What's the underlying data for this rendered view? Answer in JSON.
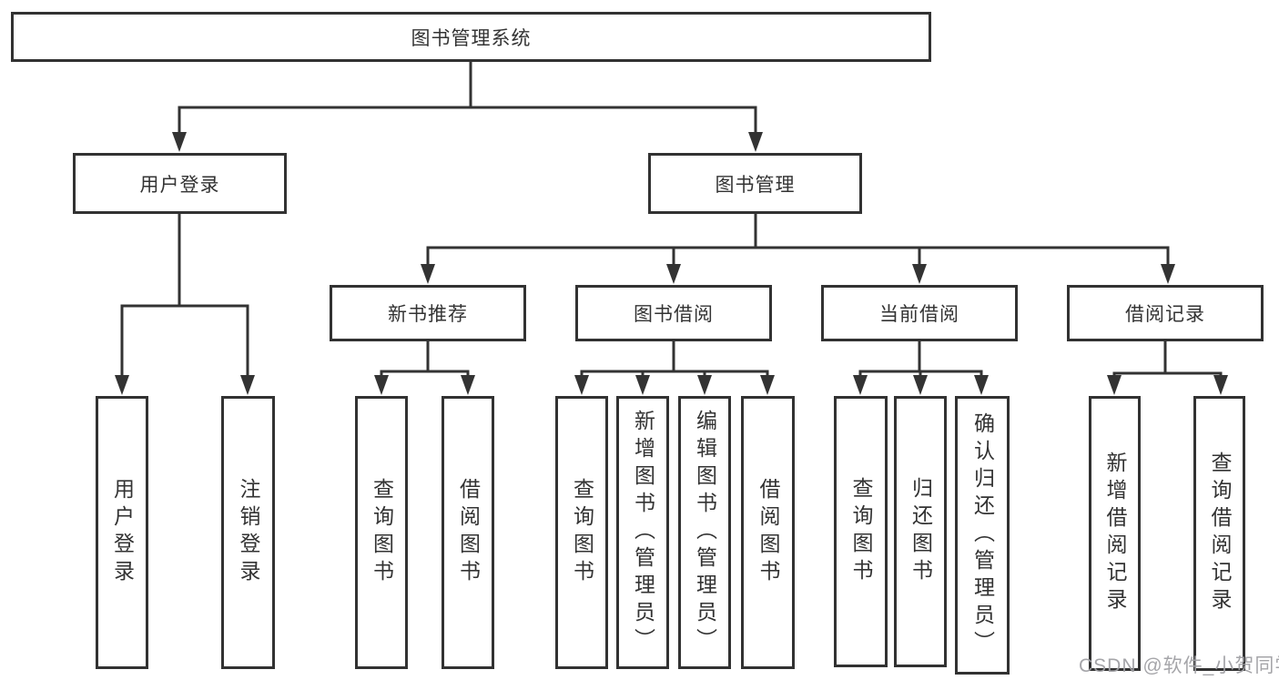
{
  "diagram": {
    "watermark": "CSDN @软件_小贺同学",
    "colors": {
      "line": "#333333",
      "border": "#323232",
      "text": "#333333",
      "background": "#ffffff",
      "watermark": "#a0a0a4"
    },
    "tree": {
      "label": "图书管理系统",
      "children": [
        {
          "label": "用户登录",
          "children": [
            {
              "label": "用户登录"
            },
            {
              "label": "注销登录"
            }
          ]
        },
        {
          "label": "图书管理",
          "children": [
            {
              "label": "新书推荐",
              "children": [
                {
                  "label": "查询图书"
                },
                {
                  "label": "借阅图书"
                }
              ]
            },
            {
              "label": "图书借阅",
              "children": [
                {
                  "label": "查询图书"
                },
                {
                  "label": "新增图书（管理员）"
                },
                {
                  "label": "编辑图书（管理员）"
                },
                {
                  "label": "借阅图书"
                }
              ]
            },
            {
              "label": "当前借阅",
              "children": [
                {
                  "label": "查询图书"
                },
                {
                  "label": "归还图书"
                },
                {
                  "label": "确认归还（管理员）"
                }
              ]
            },
            {
              "label": "借阅记录",
              "children": [
                {
                  "label": "新增借阅记录"
                },
                {
                  "label": "查询借阅记录"
                }
              ]
            }
          ]
        }
      ]
    }
  }
}
